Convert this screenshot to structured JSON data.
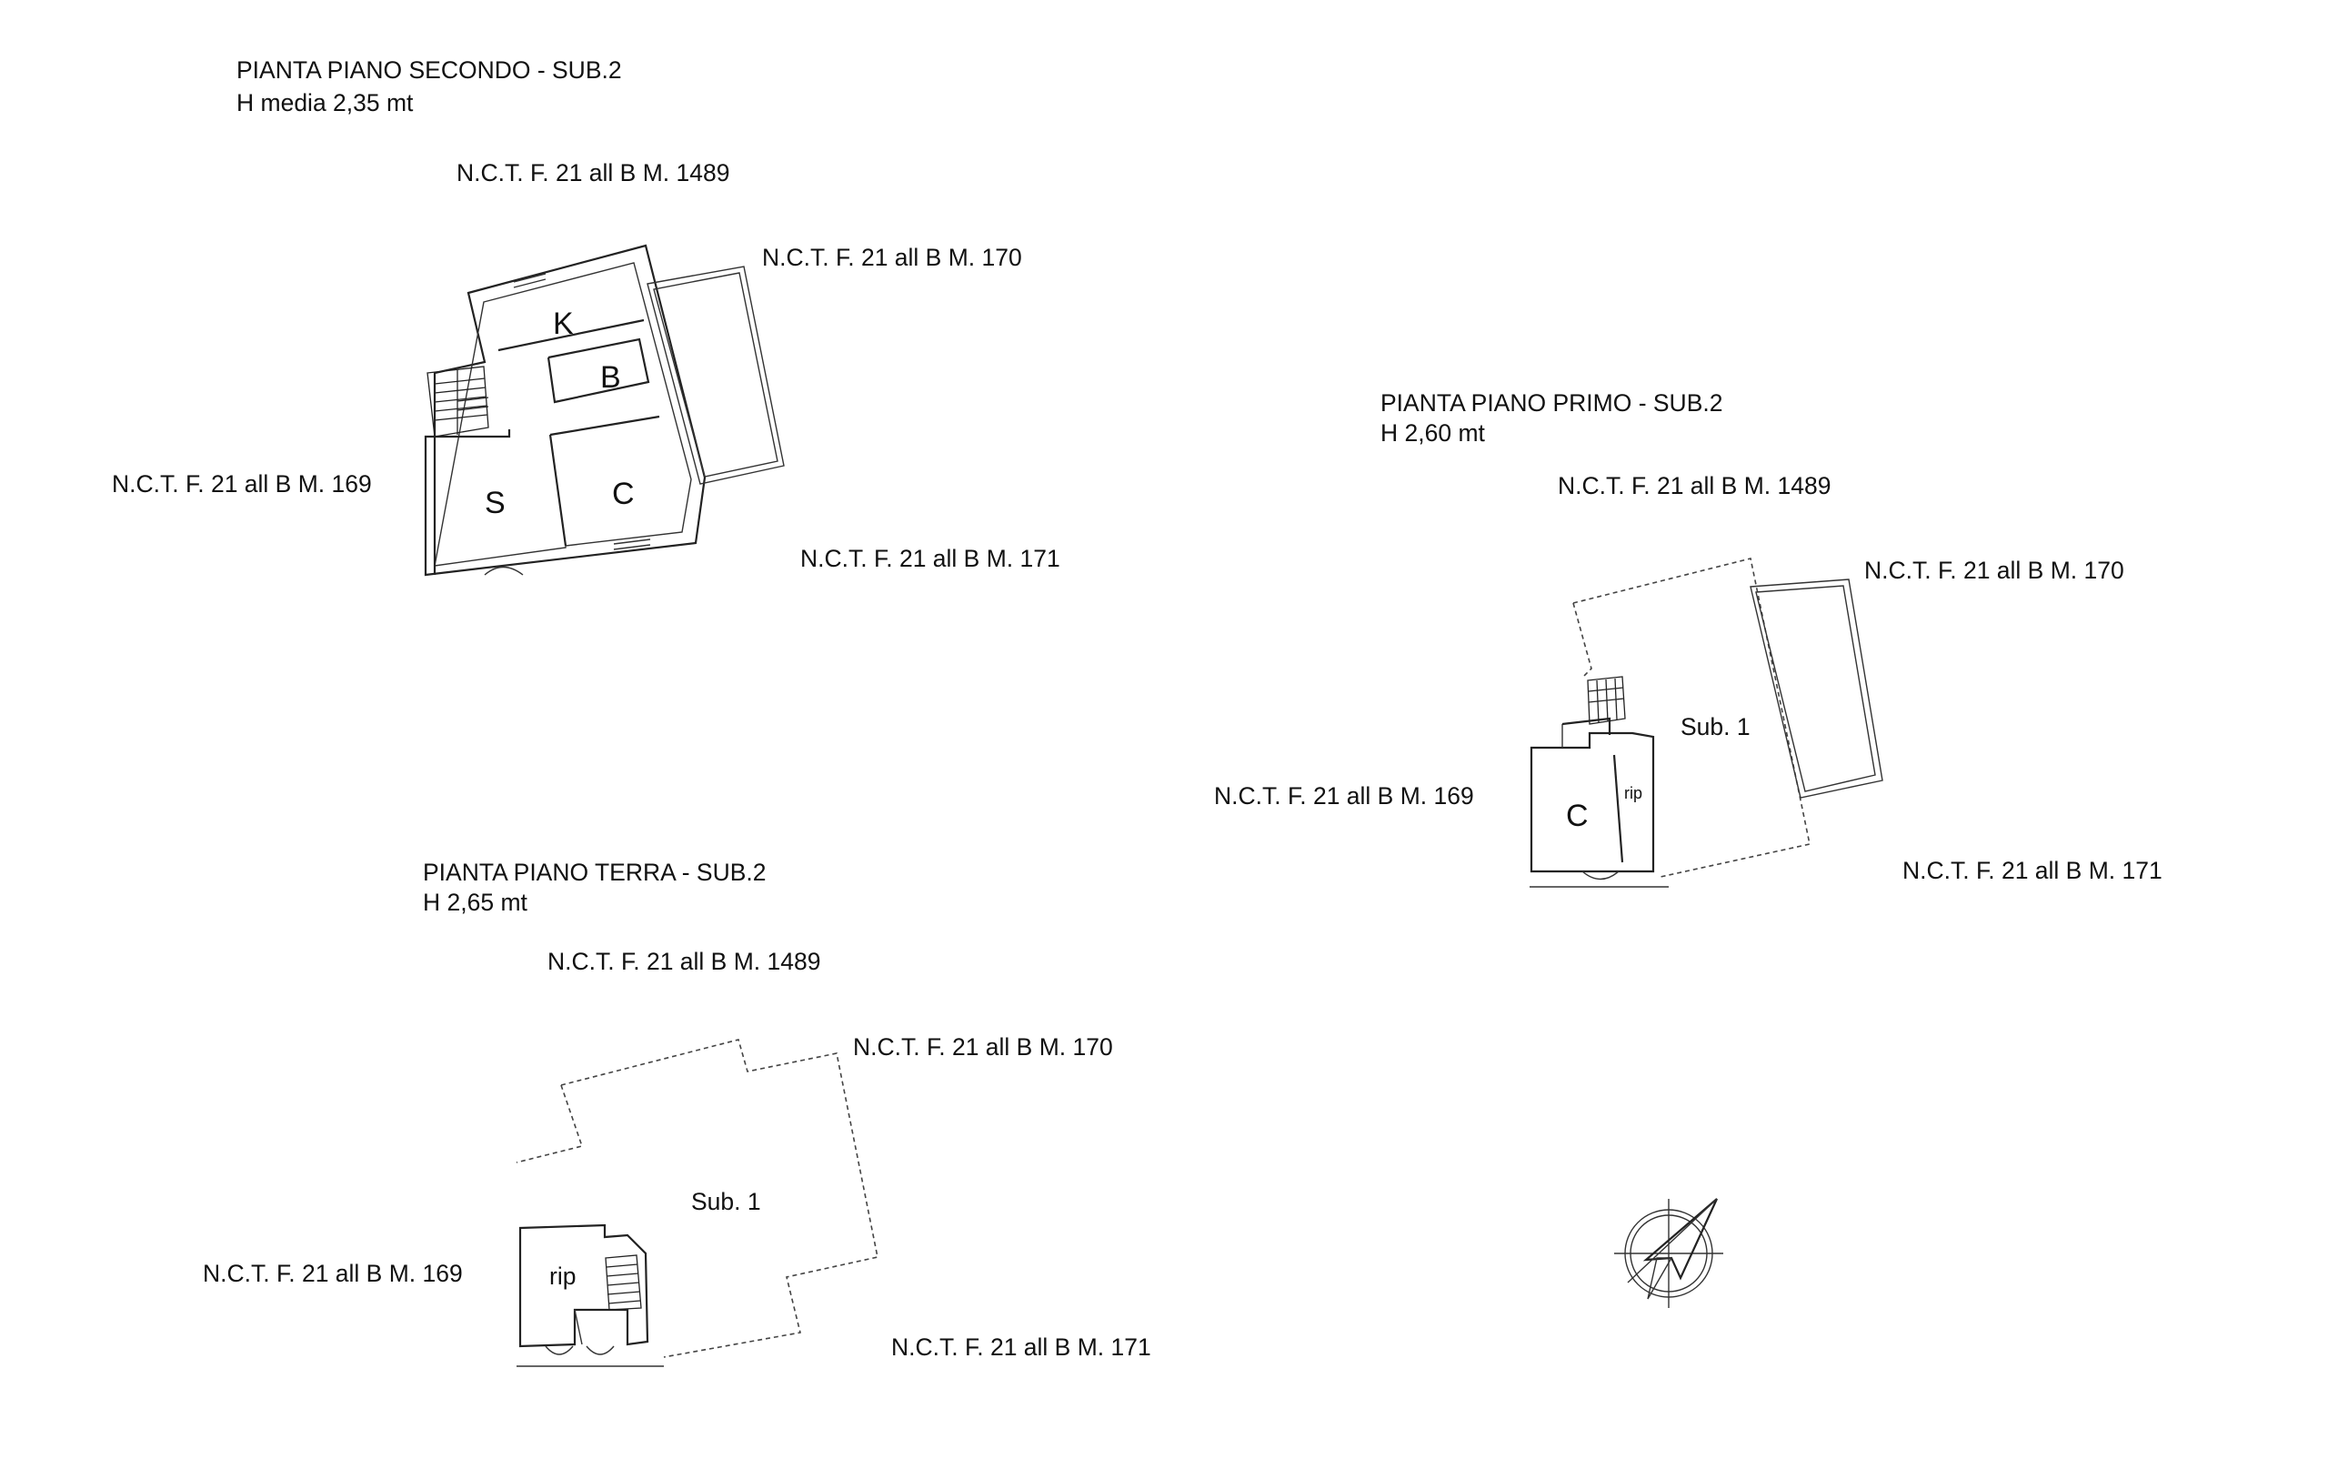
{
  "plans": {
    "second": {
      "title": "PIANTA PIANO SECONDO - SUB.2",
      "height": "H media 2,35 mt",
      "rooms": {
        "k": "K",
        "b": "B",
        "s": "S",
        "c": "C"
      },
      "neighbors": {
        "top": "N.C.T. F. 21 all B M. 1489",
        "right": "N.C.T. F. 21 all B M. 170",
        "left": "N.C.T. F. 21 all B M. 169",
        "bottom": "N.C.T. F. 21 all B M. 171"
      }
    },
    "first": {
      "title": "PIANTA PIANO PRIMO - SUB.2",
      "height": "H 2,60 mt",
      "rooms": {
        "c": "C",
        "rip": "rip",
        "sub": "Sub. 1"
      },
      "neighbors": {
        "top": "N.C.T. F. 21 all B M. 1489",
        "right": "N.C.T. F. 21 all B M. 170",
        "left": "N.C.T. F. 21 all B M. 169",
        "bottom": "N.C.T. F. 21 all B M. 171"
      }
    },
    "ground": {
      "title": "PIANTA PIANO TERRA - SUB.2",
      "height": "H 2,65 mt",
      "rooms": {
        "rip": "rip",
        "sub": "Sub. 1"
      },
      "neighbors": {
        "top": "N.C.T. F. 21 all B M. 1489",
        "right": "N.C.T. F. 21 all B M. 170",
        "left": "N.C.T. F. 21 all B M. 169",
        "bottom": "N.C.T. F. 21 all B M. 171"
      }
    }
  },
  "compass": {
    "icon": "north-arrow-icon"
  }
}
